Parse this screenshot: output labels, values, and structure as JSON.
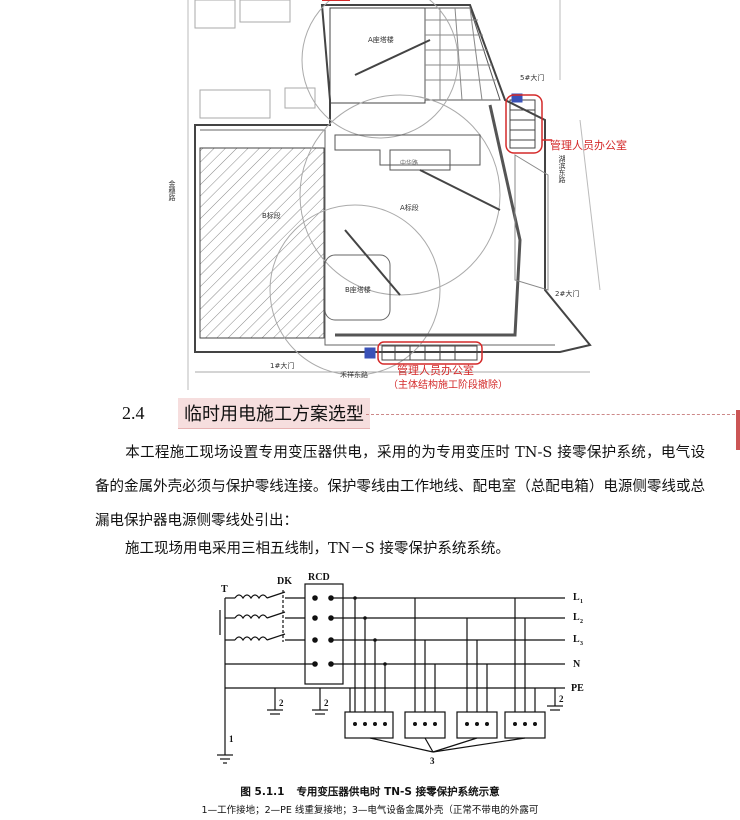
{
  "site_plan": {
    "labels": {
      "tower_a": "A座塔楼",
      "gate_5": "5#大门",
      "road_east": "湖滨东路",
      "office_top": "管理人员办公室",
      "tower_c": "中华路",
      "zone_b": "B标段",
      "zone_a": "A标段",
      "road_west": "金穗路",
      "tower_b": "B座塔楼",
      "gate_2": "2#大门",
      "gate_1": "1#大门",
      "road_south": "禾祥东路",
      "office_bottom": "管理人员办公室",
      "office_note": "（主体结构施工阶段撤除）"
    },
    "colors": {
      "annotation": "#d42a2a",
      "line": "#666666"
    }
  },
  "section": {
    "number": "2.4",
    "title": "临时用电施工方案选型"
  },
  "paragraphs": {
    "p1": "本工程施工现场设置专用变压器供电，采用的为专用变压时 TN-S 接零保护系统，电气设备的金属外壳必须与保护零线连接。保护零线由工作地线、配电室（总配电箱）电源侧零线或总漏电保护器电源侧零线处引出：",
    "p2": "施工现场用电采用三相五线制，TN－S 接零保护系统系统。"
  },
  "diagram": {
    "labels": {
      "t": "T",
      "dk": "DK",
      "rcd": "RCD",
      "l1": "L",
      "l1_sub": "1",
      "l2": "L",
      "l2_sub": "2",
      "l3": "L",
      "l3_sub": "3",
      "n": "N",
      "pe": "PE",
      "ground1": "1",
      "ground2a": "2",
      "ground2b": "2",
      "ground2c": "2",
      "three": "3"
    }
  },
  "caption": {
    "figure_no": "图 5.1.1",
    "figure_title": "专用变压器供电时 TN-S 接零保护系统示意",
    "legend": "1—工作接地；2—PE 线重复接地；3—电气设备金属外壳（正常不带电的外露可"
  }
}
